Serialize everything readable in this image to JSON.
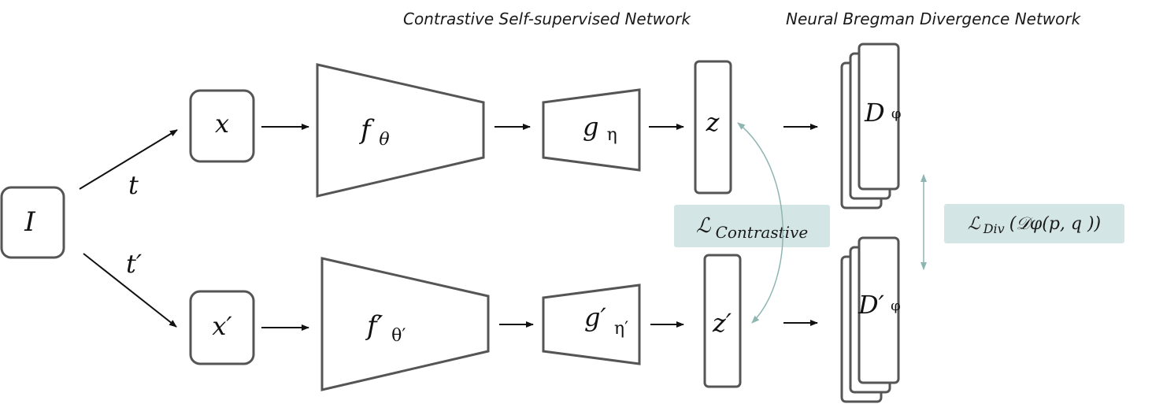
{
  "headings": {
    "contrastive_network": "Contrastive Self-supervised Network",
    "bregman_network": "Neural Bregman Divergence Network"
  },
  "nodes": {
    "input": "I",
    "x": "x",
    "x_prime": "x′",
    "f_symbol": "f",
    "f_sub": "θ",
    "f_prime_symbol": "f′",
    "f_prime_sub": "θ′",
    "g_symbol": "g",
    "g_sub": "η",
    "g_prime_symbol": "g′",
    "g_prime_sub": "η′",
    "z": "z",
    "z_prime": "z′",
    "d_symbol": "D",
    "d_sub": "φ",
    "d_prime_symbol": "D′",
    "d_prime_sub": "φ"
  },
  "edges": {
    "t": "t",
    "t_prime": "t′"
  },
  "losses": {
    "contrastive_symbol": "ℒ",
    "contrastive_sub": "Contrastive",
    "div_symbol": "ℒ",
    "div_sub": "Div",
    "div_expression": "(𝒟φ(p, q ))"
  },
  "colors": {
    "stroke": "#555555",
    "arrow": "#111111",
    "loss_fill": "#d3e6e5",
    "loss_arrow": "#8fb5b3"
  }
}
